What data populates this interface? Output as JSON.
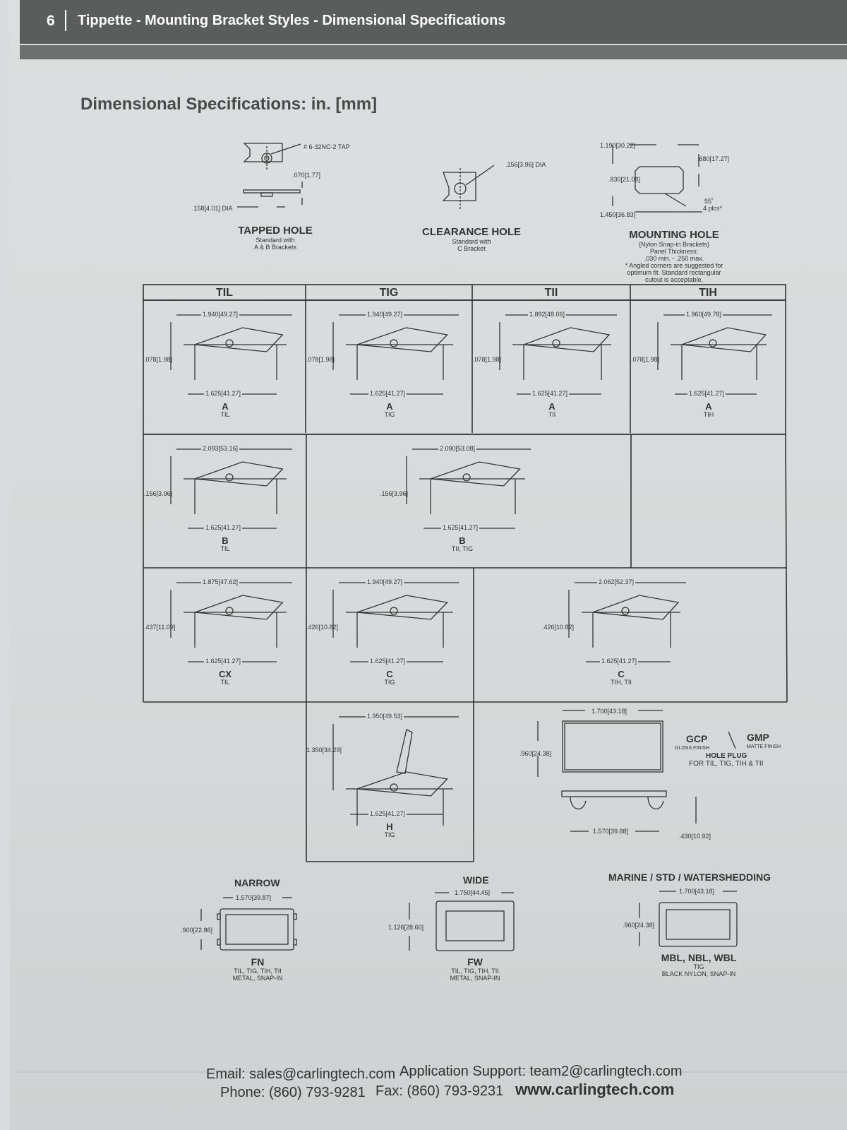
{
  "header": {
    "page_number": "6",
    "title": "Tippette - Mounting Bracket Styles - Dimensional Specifications"
  },
  "section_title": "Dimensional Specifications: in. [mm]",
  "holes": {
    "tapped": {
      "title": "TAPPED HOLE",
      "sub1": "Standard with",
      "sub2": "A & B Brackets",
      "tap": "# 6-32NC-2 TAP",
      "dim1": ".070[1.77]",
      "dim2": ".158[4.01] DIA"
    },
    "clearance": {
      "title": "CLEARANCE HOLE",
      "sub1": "Standard with",
      "sub2": "C Bracket",
      "dim1": ".156[3.96] DIA"
    },
    "mounting": {
      "title": "MOUNTING HOLE",
      "sub1": "(Nylon Snap-in Brackets)",
      "sub2": "Panel Thickness:",
      "sub3": ".030 min. - .250 max.",
      "note1": "* Angled corners are suggested for",
      "note2": "optimum fit. Standard rectangular",
      "note3": "cutout is acceptable.",
      "dim1": "1.190[30.22]",
      "dim2": ".680[17.27]",
      "dim3": ".830[21.08]",
      "dim4": "1.450[36.83]",
      "angle": "55˚",
      "angle2": "4 plcs*"
    }
  },
  "columns": [
    "TIL",
    "TIG",
    "TII",
    "TIH"
  ],
  "cells": {
    "til_a": {
      "top": "1.940[49.27]",
      "left": ".078[1.98]",
      "bottom": "1.625[41.27]",
      "code": "A",
      "sub": "TIL"
    },
    "tig_a": {
      "top": "1.940[49.27]",
      "left": ".078[1.98]",
      "bottom": "1.625[41.27]",
      "code": "A",
      "sub": "TIG"
    },
    "tii_a": {
      "top": "1.892[48.06]",
      "left": ".078[1.98]",
      "bottom": "1.625[41.27]",
      "code": "A",
      "sub": "TII"
    },
    "tih_a": {
      "top": "1.960[49.78]",
      "left": ".078[1.98]",
      "bottom": "1.625[41.27]",
      "code": "A",
      "sub": "TIH"
    },
    "til_b": {
      "top": "2.093[53.16]",
      "left": ".156[3.96]",
      "bottom": "1.625[41.27]",
      "code": "B",
      "sub": "TIL"
    },
    "tii_b": {
      "top": "2.090[53.08]",
      "left": ".156[3.96]",
      "bottom": "1.625[41.27]",
      "code": "B",
      "sub": "TII, TIG"
    },
    "til_cx": {
      "top": "1.875[47.62]",
      "left": ".437[11.09]",
      "bottom": "1.625[41.27]",
      "code": "CX",
      "sub": "TIL"
    },
    "tig_c": {
      "top": "1.940[49.27]",
      "left": ".426[10.82]",
      "bottom": "1.625[41.27]",
      "code": "C",
      "sub": "TIG"
    },
    "tih_c": {
      "top": "2.062[52.37]",
      "left": ".426[10.82]",
      "bottom": "1.625[41.27]",
      "code": "C",
      "sub": "TIH, TII"
    },
    "tig_h": {
      "top": "1.950[49.53]",
      "left": "1.350[34.29]",
      "bottom": "1.625[41.27]",
      "code": "H",
      "sub": "TIG"
    }
  },
  "hole_plug": {
    "top": "1.700[43.18]",
    "left": ".960[24.38]",
    "bottom": "1.570[39.88]",
    "right": ".430[10.92]",
    "gcp": "GCP",
    "gmp": "GMP",
    "gloss": "GLOSS FINISH",
    "matte": "MATTE FINISH",
    "title": "HOLE PLUG",
    "sub": "FOR TIL, TIG, TIH & TII"
  },
  "bezels": {
    "narrow": {
      "title": "NARROW",
      "top": "1.570[39.87]",
      "left": ".900[22.86]",
      "code": "FN",
      "sub1": "TIL, TIG, TIH, TII",
      "sub2": "METAL, SNAP-IN"
    },
    "wide": {
      "title": "WIDE",
      "top": "1.750[44.45]",
      "left": "1.126[28.60]",
      "code": "FW",
      "sub1": "TIL, TIG, TIH, TII",
      "sub2": "METAL, SNAP-IN"
    },
    "marine": {
      "title": "MARINE / STD / WATERSHEDDING",
      "top": "1.700[43.18]",
      "left": ".960[24.38]",
      "code": "MBL, NBL, WBL",
      "sub1": "TIG",
      "sub2": "BLACK NYLON, SNAP-IN"
    }
  },
  "footer": {
    "email": "Email: sales@carlingtech.com",
    "support": "Application Support: team2@carlingtech.com",
    "phone": "Phone: (860) 793-9281",
    "fax": "Fax: (860) 793-9231",
    "web": "www.carlingtech.com"
  }
}
